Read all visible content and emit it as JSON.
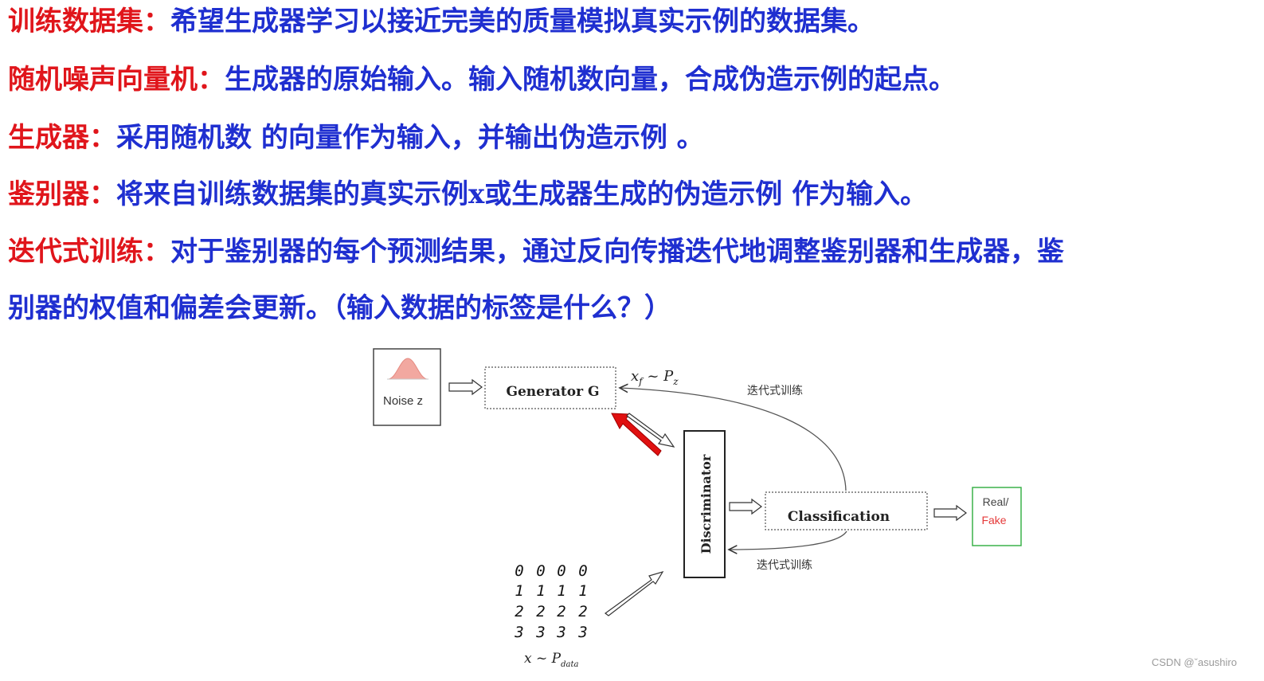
{
  "text": {
    "line1_term": "训练数据集：",
    "line1_desc": "希望生成器学习以接近完美的质量模拟真实示例的数据集。",
    "line2_term": "随机噪声向量机：",
    "line2_desc": "生成器的原始输入。输入随机数向量，合成伪造示例的起点。",
    "line3_term": "生成器：",
    "line3_desc": "采用随机数 的向量作为输入，并输出伪造示例 。",
    "line4_term": "鉴别器：",
    "line4_desc": "将来自训练数据集的真实示例x或生成器生成的伪造示例 作为输入。",
    "line5_term": "迭代式训练：",
    "line5_desc": "对于鉴别器的每个预测结果，通过反向传播迭代地调整鉴别器和生成器，鉴",
    "line6_desc": "别器的权值和偏差会更新。（输入数据的标签是什么？）"
  },
  "diagram": {
    "noise_label": "Noise z",
    "generator_label": "Generator G",
    "fake_dist": "x",
    "fake_sub": "f",
    "fake_rel": " ~ P",
    "fake_dist_sub": "z",
    "iter_label_top": "迭代式训练",
    "discriminator_label": "Discriminator",
    "classification_label": "Classification",
    "real_label": "Real/",
    "fake_label": "Fake",
    "iter_label_bottom": "迭代式训练",
    "digit_rows": [
      [
        "0",
        "0",
        "0",
        "0"
      ],
      [
        "1",
        "1",
        "1",
        "1"
      ],
      [
        "2",
        "2",
        "2",
        "2"
      ],
      [
        "3",
        "3",
        "3",
        "3"
      ]
    ],
    "data_dist": "x ~ P",
    "data_dist_sub": "data",
    "colors": {
      "real_fake_border": "#3bb24a",
      "fake_text": "#e53a3a",
      "red_arrow": "#e01010"
    }
  },
  "watermark": "CSDN @ˇasushiro"
}
